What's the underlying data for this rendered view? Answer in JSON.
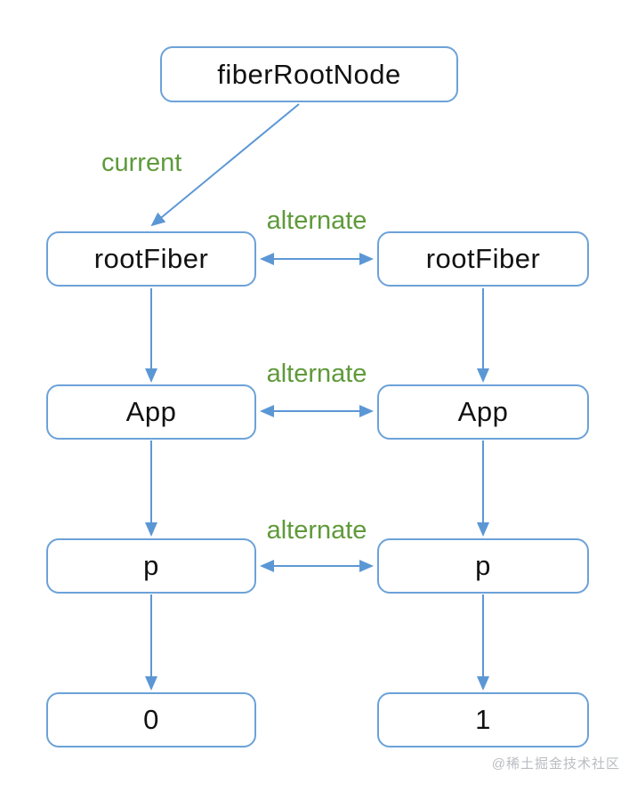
{
  "colors": {
    "node_border": "#6ca2d8",
    "arrow": "#5c97d5",
    "label_green": "#5f9a3a",
    "node_text": "#111111",
    "watermark_gray": "#b9bdc1"
  },
  "nodes": {
    "root": "fiberRootNode",
    "left_column": [
      "rootFiber",
      "App",
      "p",
      "0"
    ],
    "right_column": [
      "rootFiber",
      "App",
      "p",
      "1"
    ]
  },
  "labels": {
    "current": "current",
    "alternate": [
      "alternate",
      "alternate",
      "alternate"
    ]
  },
  "watermark": {
    "text": "@稀土掘金技术社区"
  }
}
